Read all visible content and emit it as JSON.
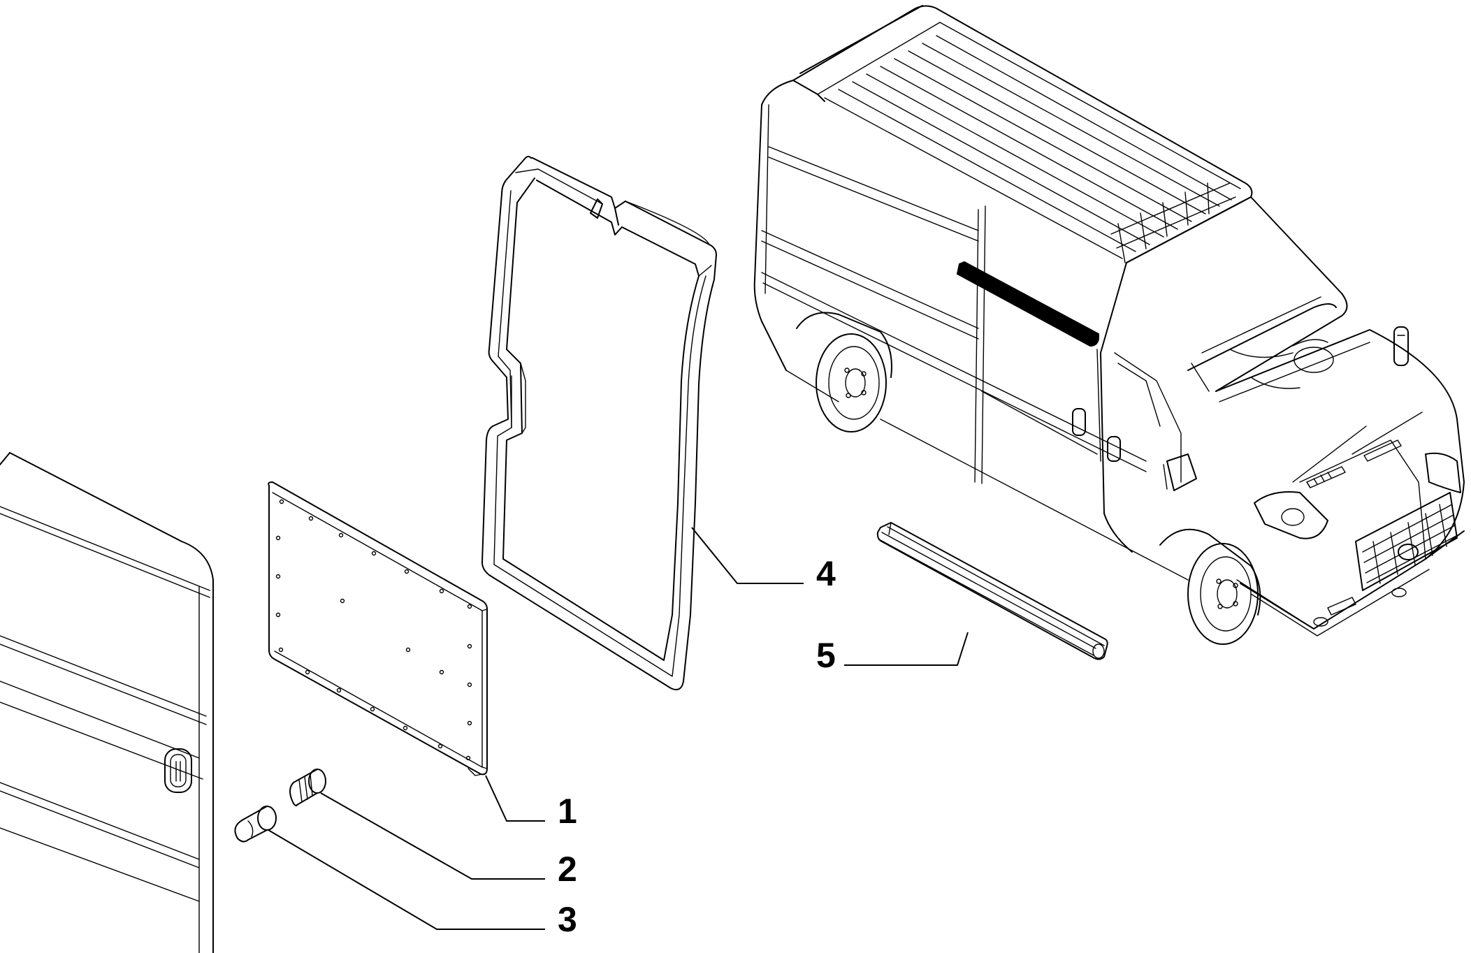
{
  "callouts": [
    {
      "id": "1",
      "label": "1",
      "part": "panel"
    },
    {
      "id": "2",
      "label": "2",
      "part": "fastener-large"
    },
    {
      "id": "3",
      "label": "3",
      "part": "fastener-small"
    },
    {
      "id": "4",
      "label": "4",
      "part": "seal-frame"
    },
    {
      "id": "5",
      "label": "5",
      "part": "guide-rail"
    }
  ],
  "icons": {
    "van": "van-illustration-icon",
    "door": "sliding-door-icon",
    "panel": "panel-icon",
    "seal": "seal-frame-icon",
    "rail": "guide-rail-icon",
    "fastener": "fastener-icon"
  },
  "colors": {
    "line": "#000000",
    "background": "#ffffff",
    "highlight": "#000000"
  }
}
